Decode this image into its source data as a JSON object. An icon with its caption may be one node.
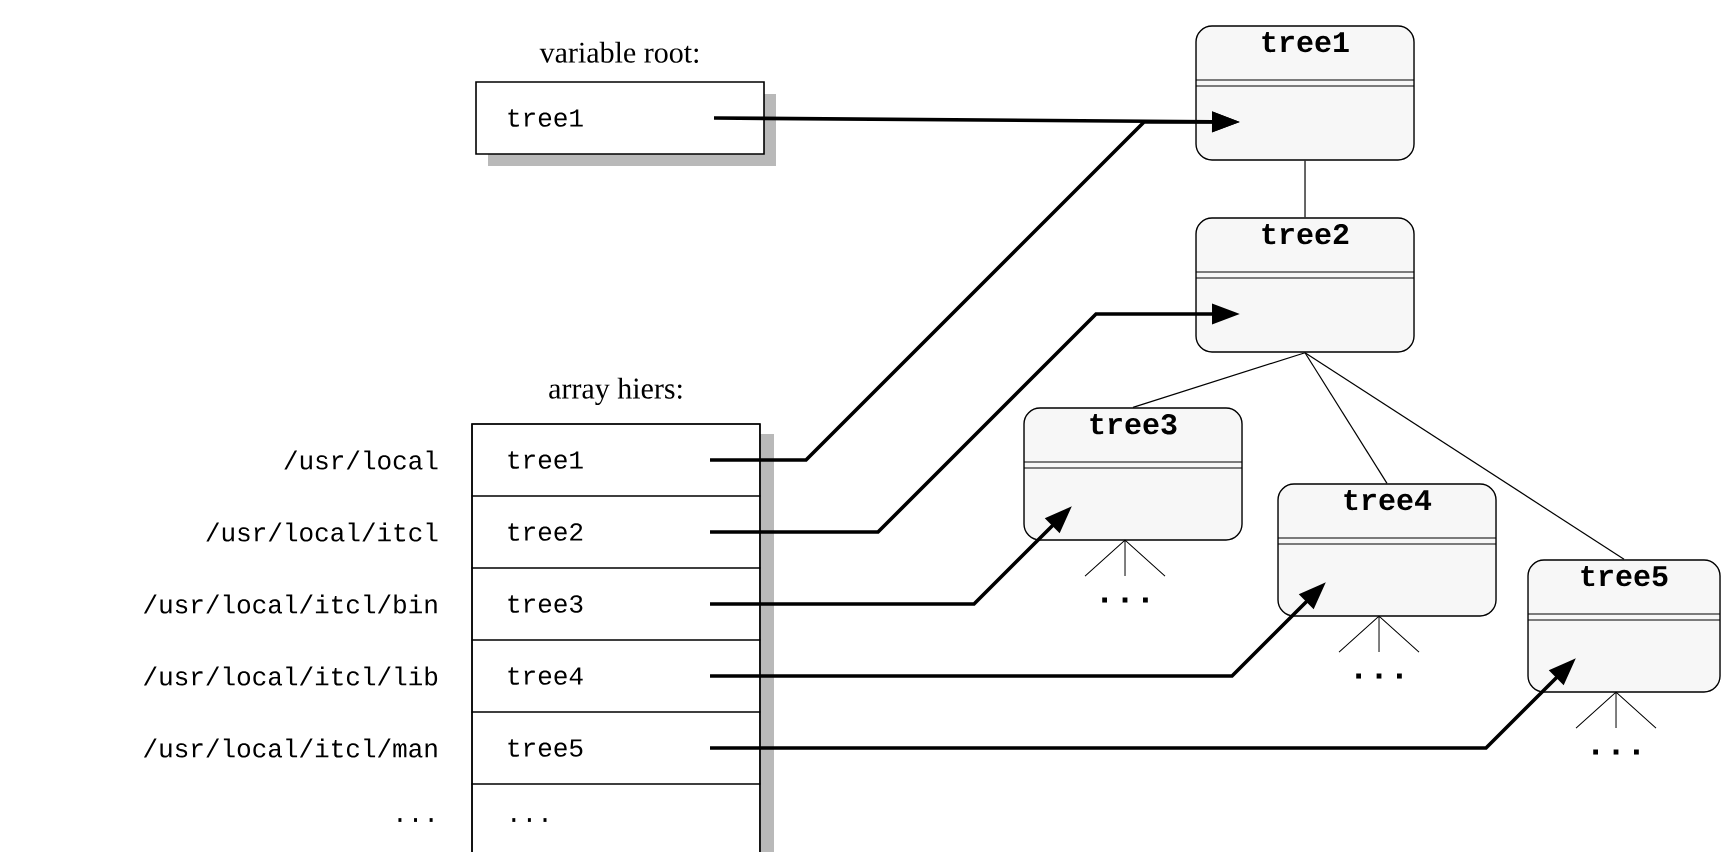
{
  "diagram": {
    "nodes": [
      {
        "text": [
          "variable root:",
          "tree1"
        ]
      },
      {
        "text": [
          "array hiers:"
        ]
      },
      {
        "text": [
          "tree1"
        ],
        "in": 1,
        "beside": [
          "/usr/local"
        ]
      },
      {
        "text": [
          "tree2"
        ],
        "in": 1,
        "beside": [
          "/usr/local/itcl"
        ]
      },
      {
        "text": [
          "tree3"
        ],
        "in": 1,
        "beside": [
          "/usr/local/itcl/bin"
        ]
      },
      {
        "text": [
          "tree4"
        ],
        "in": 1,
        "beside": [
          "/usr/local/itcl/lib"
        ]
      },
      {
        "text": [
          "tree5"
        ],
        "in": 1,
        "beside": [
          "/usr/local/itcl/man"
        ]
      },
      {
        "text": [
          "..."
        ],
        "in": 1,
        "beside": [
          "..."
        ]
      },
      {
        "text": [
          "tree1"
        ]
      },
      {
        "text": [
          "tree2"
        ]
      },
      {
        "text": [
          "tree3"
        ]
      },
      {
        "text": [
          "tree4"
        ]
      },
      {
        "text": [
          "tree5"
        ]
      }
    ],
    "edges": [
      {
        "from": 0,
        "to": 8,
        "arrow": "to"
      },
      {
        "from": 2,
        "to": 8,
        "arrow": "to"
      },
      {
        "from": 3,
        "to": 9,
        "arrow": "to"
      },
      {
        "from": 4,
        "to": 10,
        "arrow": "to"
      },
      {
        "from": 5,
        "to": 11,
        "arrow": "to"
      },
      {
        "from": 6,
        "to": 12,
        "arrow": "to"
      },
      {
        "from": 8,
        "to": 9,
        "arrow": "none"
      },
      {
        "from": 9,
        "to": 10,
        "arrow": "none"
      },
      {
        "from": 9,
        "to": 11,
        "arrow": "none"
      },
      {
        "from": 9,
        "to": 12,
        "arrow": "none"
      }
    ],
    "labels": [
      "...",
      "...",
      "..."
    ]
  }
}
